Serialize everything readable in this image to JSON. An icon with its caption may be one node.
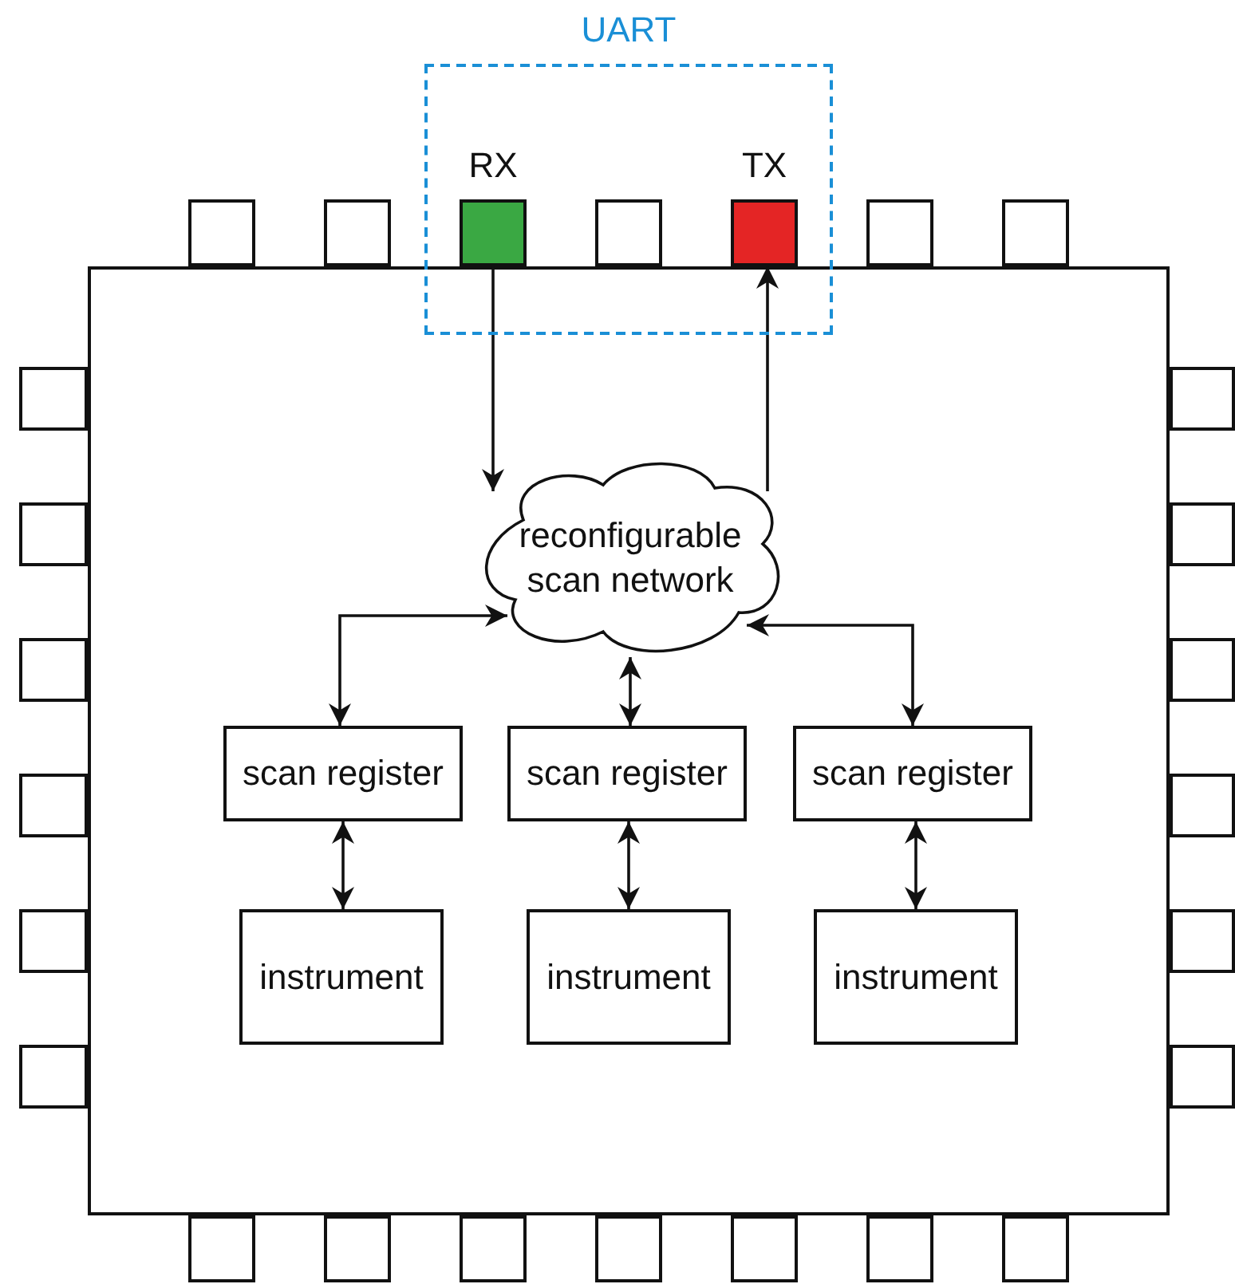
{
  "diagram": {
    "nodes": [
      {
        "text": [
          "UART"
        ]
      },
      {
        "text": [],
        "shape": "box"
      },
      {
        "text": [],
        "shape": "box"
      },
      {
        "text": [
          "RX"
        ],
        "in": 0
      },
      {
        "text": [],
        "shape": "box",
        "in": 0
      },
      {
        "text": [
          "TX"
        ],
        "in": 0
      },
      {
        "text": [],
        "shape": "box"
      },
      {
        "text": [],
        "shape": "box"
      },
      {
        "text": [],
        "shape": "box"
      },
      {
        "text": [],
        "shape": "box"
      },
      {
        "text": [],
        "shape": "box"
      },
      {
        "text": [],
        "shape": "box"
      },
      {
        "text": [],
        "shape": "box"
      },
      {
        "text": [],
        "shape": "box"
      },
      {
        "text": [],
        "shape": "box"
      },
      {
        "text": [],
        "shape": "box"
      },
      {
        "text": [],
        "shape": "box"
      },
      {
        "text": [],
        "shape": "box"
      },
      {
        "text": [],
        "shape": "box"
      },
      {
        "text": [],
        "shape": "box"
      },
      {
        "text": [],
        "shape": "box"
      },
      {
        "text": [
          "reconfigurable scan network"
        ],
        "in": 8
      },
      {
        "text": [
          "scan register"
        ],
        "in": 8
      },
      {
        "text": [
          "scan register"
        ],
        "in": 8
      },
      {
        "text": [
          "scan register"
        ],
        "in": 8
      },
      {
        "text": [
          "instrument"
        ],
        "in": 8
      },
      {
        "text": [
          "instrument"
        ],
        "in": 8
      },
      {
        "text": [
          "instrument"
        ],
        "in": 8
      },
      {
        "text": [],
        "shape": "box"
      },
      {
        "text": [],
        "shape": "box"
      },
      {
        "text": [],
        "shape": "box"
      },
      {
        "text": [],
        "shape": "box"
      },
      {
        "text": [],
        "shape": "box"
      },
      {
        "text": [],
        "shape": "box"
      },
      {
        "text": [],
        "shape": "box"
      }
    ],
    "edges": [
      {
        "from": 3,
        "to": 21,
        "arrow": "to"
      },
      {
        "from": 21,
        "to": 5,
        "arrow": "to"
      },
      {
        "from": 21,
        "to": 22,
        "arrow": "both"
      },
      {
        "from": 21,
        "to": 23,
        "arrow": "both"
      },
      {
        "from": 21,
        "to": 24,
        "arrow": "both"
      },
      {
        "from": 22,
        "to": 25,
        "arrow": "both"
      },
      {
        "from": 23,
        "to": 26,
        "arrow": "both"
      },
      {
        "from": 24,
        "to": 27,
        "arrow": "both"
      }
    ]
  }
}
